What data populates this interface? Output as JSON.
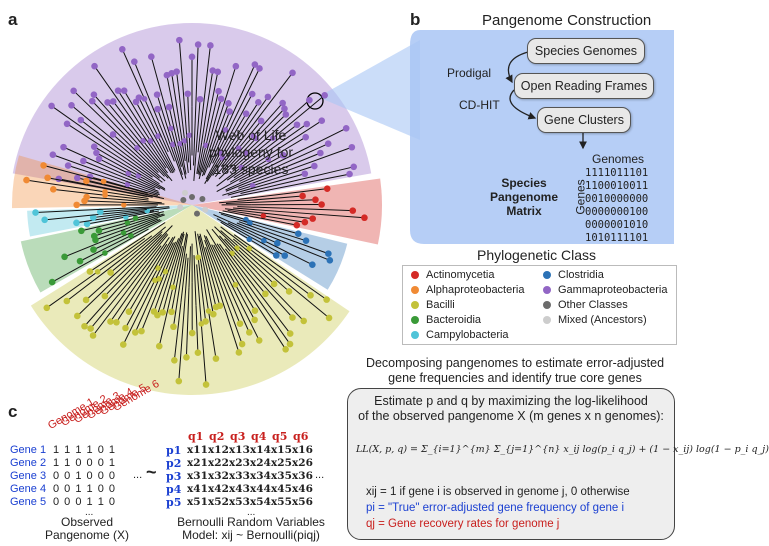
{
  "panel_a": {
    "letter": "a",
    "center_title": [
      "Web of Life",
      "phylogeny for",
      "183 species"
    ]
  },
  "panel_b": {
    "letter": "b",
    "title": "Pangenome Construction",
    "boxes": [
      "Species Genomes",
      "Open Reading Frames",
      "Gene Clusters"
    ],
    "tools": [
      "Prodigal",
      "CD-HIT"
    ],
    "matrix_label": [
      "Species",
      "Pangenome",
      "Matrix"
    ],
    "genomes_label": "Genomes",
    "genes_label": "Genes",
    "matrix_rows": [
      "1111011101",
      "1100010011",
      "0010000000",
      "0000000100",
      "0000001010",
      "1010111101"
    ]
  },
  "legend": {
    "title": "Phylogenetic Class",
    "items": [
      {
        "label": "Actinomycetia",
        "color": "#d42a26"
      },
      {
        "label": "Alphaproteobacteria",
        "color": "#f08a34"
      },
      {
        "label": "Bacilli",
        "color": "#c3c23a"
      },
      {
        "label": "Bacteroidia",
        "color": "#3a9a38"
      },
      {
        "label": "Campylobacteria",
        "color": "#4fc4d8"
      },
      {
        "label": "Clostridia",
        "color": "#2c72b6"
      },
      {
        "label": "Gammaproteobacteria",
        "color": "#9266c5"
      },
      {
        "label": "Other Classes",
        "color": "#6c6c6c"
      },
      {
        "label": "Mixed (Ancestors)",
        "color": "#cdcdcd"
      }
    ]
  },
  "panel_c": {
    "letter": "c",
    "genome_headers": [
      "Genome 1",
      "Genome 2",
      "Genome 3",
      "Genome 4",
      "Genome 5",
      "Genome 6"
    ],
    "gene_labels": [
      "Gene 1",
      "Gene 2",
      "Gene 3",
      "Gene 4",
      "Gene 5"
    ],
    "observed_rows": [
      "1 1 1 1 0 1",
      "1 1 0 0 0 1",
      "0 0 1 0 0 0",
      "0 0 1 1 0 0",
      "0 0 0 1 1 0"
    ],
    "ellipsis": "...",
    "ellipsis_v": "...",
    "tilde": "~",
    "observed_label": [
      "Observed",
      "Pangenome (X)"
    ],
    "q_headers": [
      "q1",
      "q2",
      "q3",
      "q4",
      "q5",
      "q6"
    ],
    "p_labels": [
      "p1",
      "p2",
      "p3",
      "p4",
      "p5"
    ],
    "bernoulli_rows": [
      [
        "x11",
        "x12",
        "x13",
        "x14",
        "x15",
        "x16"
      ],
      [
        "x21",
        "x22",
        "x23",
        "x24",
        "x25",
        "x26"
      ],
      [
        "x31",
        "x32",
        "x33",
        "x34",
        "x35",
        "x36"
      ],
      [
        "x41",
        "x42",
        "x43",
        "x44",
        "x45",
        "x46"
      ],
      [
        "x51",
        "x52",
        "x53",
        "x54",
        "x55",
        "x56"
      ]
    ],
    "bernoulli_label": [
      "Bernoulli Random Variables",
      "Model: xij ~ Bernoulli(piqj)"
    ],
    "heading": [
      "Decomposing pangenomes to estimate error-adjusted",
      "gene frequencies and identify true core genes"
    ],
    "box_intro": [
      "Estimate p and q by maximizing the log-likelihood",
      "of the observed pangenome X (m genes x n genomes):"
    ],
    "formula": "LL(X, p, q) = Σ_{i=1}^{m} Σ_{j=1}^{n} x_ij log(p_i q_j) + (1 − x_ij) log(1 − p_i q_j)",
    "def_x": "xij = 1 if gene i is observed in genome j, 0 otherwise",
    "def_p": "pi = \"True\" error-adjusted gene frequency of gene i",
    "def_q": "qj = Gene recovery rates for genome j"
  }
}
